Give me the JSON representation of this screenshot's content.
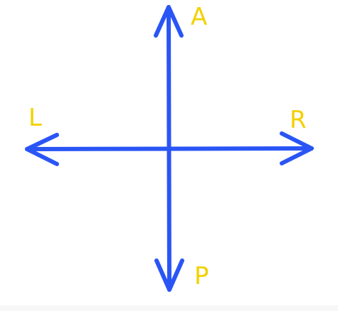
{
  "diagram": {
    "arrow_color": "#2a55f5",
    "label_color": "#f2d100",
    "labels": {
      "top": "A",
      "left": "L",
      "right": "R",
      "bottom": "P"
    }
  }
}
